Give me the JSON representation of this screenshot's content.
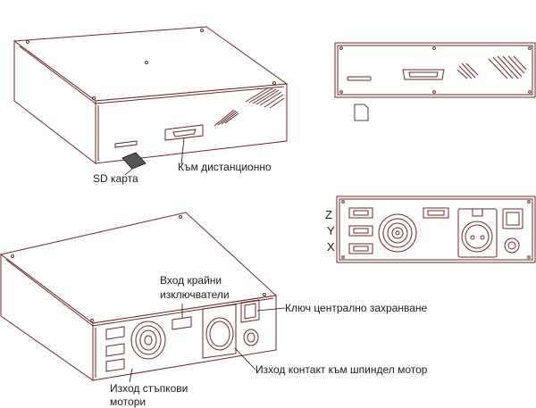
{
  "colors": {
    "outline": "#6b2a2a",
    "leader": "#111111",
    "text": "#1a1a1a"
  },
  "labels": {
    "sd_card": "SD карта",
    "remote": "Към дистанционно",
    "limit_switch_line1": "Вход крайни",
    "limit_switch_line2": "изключватели",
    "power_switch": "Ключ централно захранване",
    "spindle_out": "Изход контакт към шпиндел мотор",
    "stepper_line1": "Изход стъпкови",
    "stepper_line2": "мотори"
  },
  "axes": {
    "z": "Z",
    "y": "Y",
    "x": "X"
  }
}
